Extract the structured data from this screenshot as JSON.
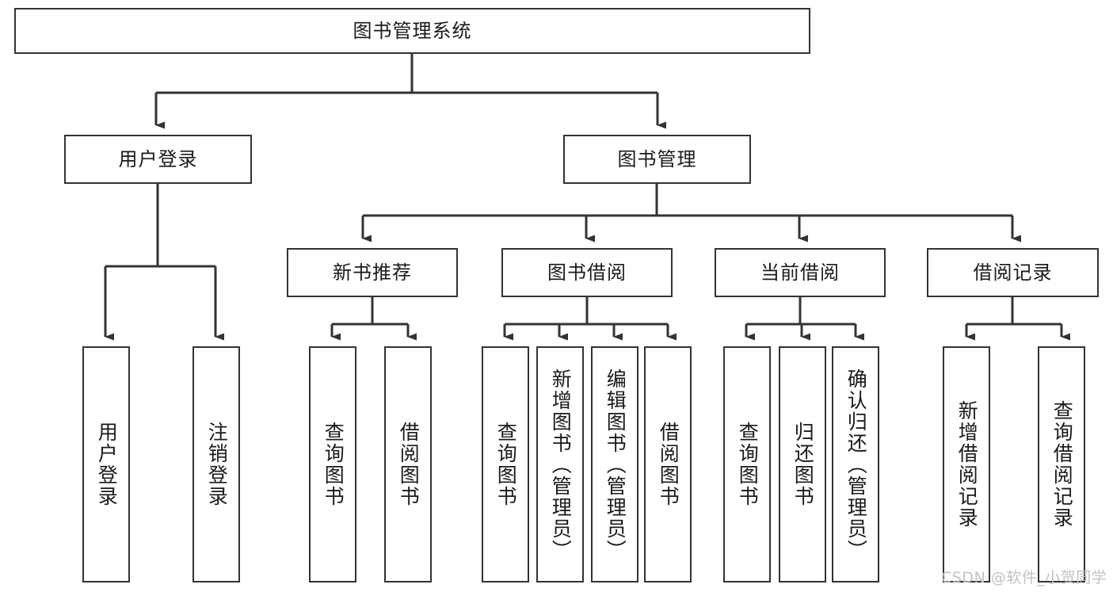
{
  "diagram": {
    "type": "tree",
    "title": "图书管理系统",
    "orientation": "top-down",
    "colors": {
      "box_border": "#333333",
      "box_fill": "#ffffff",
      "connector": "#333333",
      "text": "#1a1a1a",
      "watermark": "#c2c2c2",
      "background": "#ffffff"
    },
    "root": {
      "label": "图书管理系统"
    },
    "level2": [
      {
        "label": "用户登录"
      },
      {
        "label": "图书管理"
      }
    ],
    "level3": [
      {
        "label": "新书推荐"
      },
      {
        "label": "图书借阅"
      },
      {
        "label": "当前借阅"
      },
      {
        "label": "借阅记录"
      }
    ],
    "leaves": {
      "user_login": [
        {
          "label": "用户登录"
        },
        {
          "label": "注销登录"
        }
      ],
      "new_book_recommend": [
        {
          "label": "查询图书"
        },
        {
          "label": "借阅图书"
        }
      ],
      "book_borrow": [
        {
          "label": "查询图书"
        },
        {
          "label": "新增图书（管理员）"
        },
        {
          "label": "编辑图书（管理员）"
        },
        {
          "label": "借阅图书"
        }
      ],
      "current_borrow": [
        {
          "label": "查询图书"
        },
        {
          "label": "归还图书"
        },
        {
          "label": "确认归还（管理员）"
        }
      ],
      "borrow_record": [
        {
          "label": "新增借阅记录"
        },
        {
          "label": "查询借阅记录"
        }
      ]
    }
  },
  "watermark": {
    "text": "CSDN @软件_小贺同学"
  }
}
